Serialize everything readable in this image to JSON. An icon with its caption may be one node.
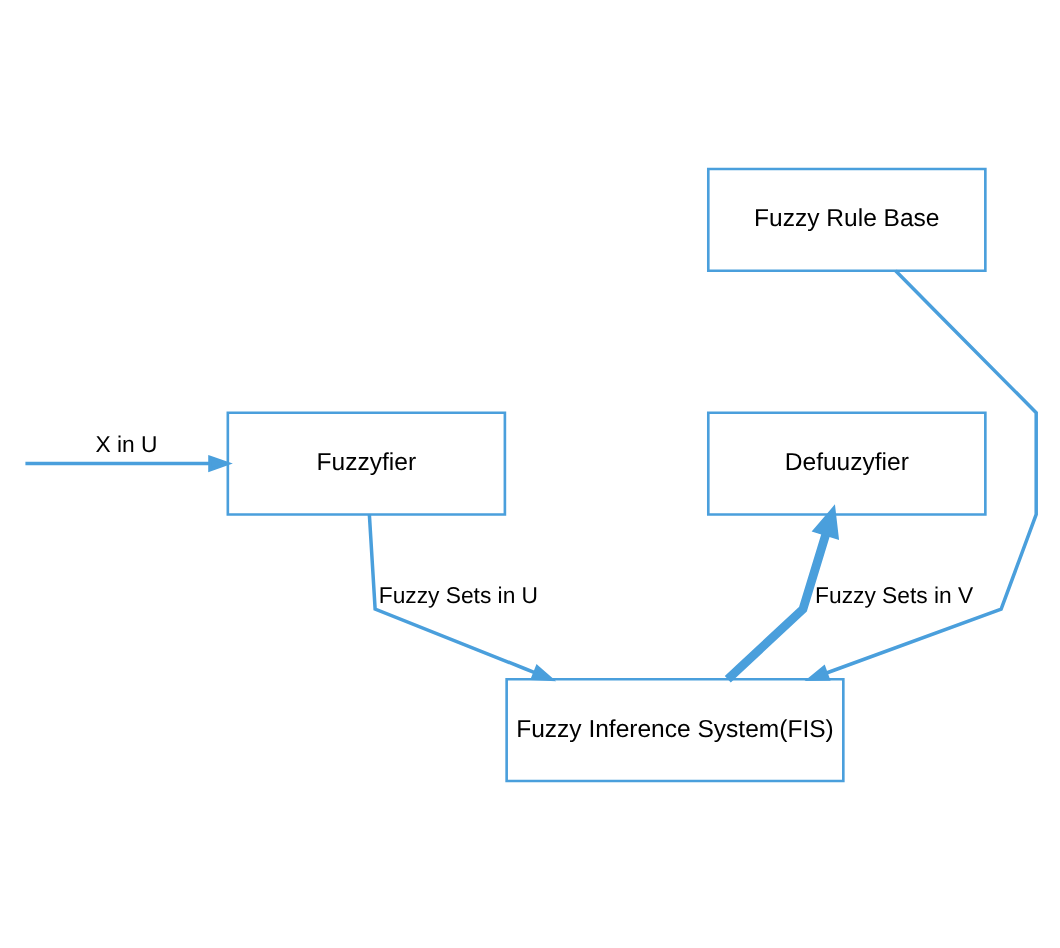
{
  "diagram": {
    "nodes": [
      {
        "text": [
          "Fuzzy Rule Base"
        ]
      },
      {
        "text": [
          "Fuzzyfier"
        ]
      },
      {
        "text": [
          "Defuuzyfier"
        ]
      },
      {
        "text": [
          "Fuzzy Inference System(FIS)"
        ]
      }
    ],
    "edges": [
      {
        "from": null,
        "to": 1,
        "arrow": "to",
        "label": "X in U"
      },
      {
        "from": 0,
        "to": 3,
        "arrow": "to"
      },
      {
        "from": 1,
        "to": 3,
        "arrow": "to",
        "label": "Fuzzy Sets in U"
      },
      {
        "from": 3,
        "to": 2,
        "arrow": "to",
        "label": "Fuzzy Sets in V",
        "style": "thick"
      }
    ]
  }
}
